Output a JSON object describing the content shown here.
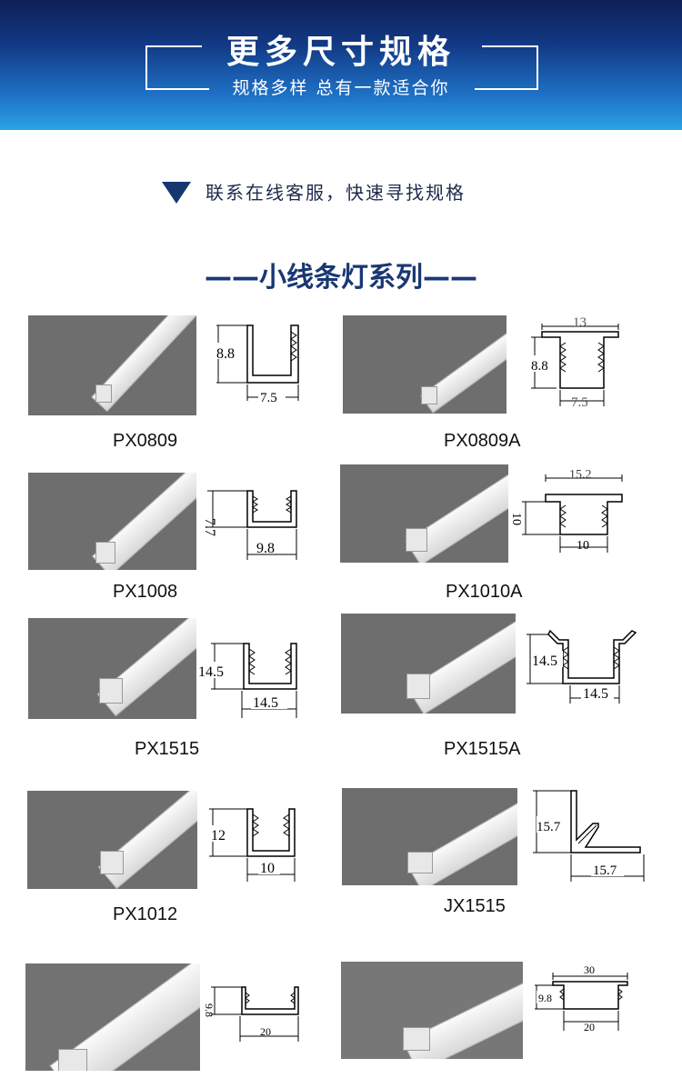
{
  "banner": {
    "title": "更多尺寸规格",
    "subtitle": "规格多样 总有一款适合你"
  },
  "contact": {
    "text": "联系在线客服，快速寻找规格"
  },
  "series": {
    "title": "——小线条灯系列——"
  },
  "products": [
    {
      "model": "PX0809",
      "dims": [
        "8.8",
        "7.5"
      ]
    },
    {
      "model": "PX0809A",
      "dims": [
        "13",
        "8.8",
        "7.5"
      ]
    },
    {
      "model": "PX1008",
      "dims": [
        "7.7",
        "9.8"
      ]
    },
    {
      "model": "PX1010A",
      "dims": [
        "15.2",
        "10",
        "10"
      ]
    },
    {
      "model": "PX1515",
      "dims": [
        "14.5",
        "14.5"
      ]
    },
    {
      "model": "PX1515A",
      "dims": [
        "14.5",
        "14.5"
      ]
    },
    {
      "model": "PX1012",
      "dims": [
        "12",
        "10"
      ]
    },
    {
      "model": "JX1515",
      "dims": [
        "15.7",
        "15.7"
      ]
    },
    {
      "model": "",
      "dims": [
        "9.8",
        "20"
      ]
    },
    {
      "model": "",
      "dims": [
        "30",
        "9.8",
        "20"
      ]
    }
  ]
}
